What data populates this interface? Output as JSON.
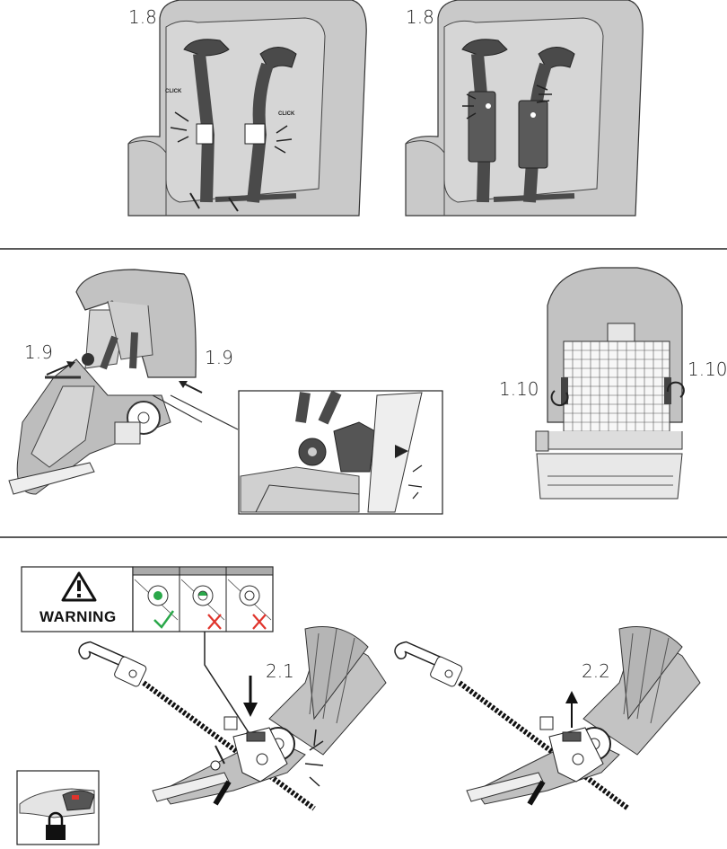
{
  "steps": {
    "s1_8a": "1.8",
    "s1_8b": "1.8",
    "s1_9a": "1.9",
    "s1_9b": "1.9",
    "s1_10a": "1.10",
    "s1_10b": "1.10",
    "s2_1": "2.1",
    "s2_2": "2.2"
  },
  "callouts": {
    "click_left": "CLICK",
    "click_right": "CLICK"
  },
  "warning": {
    "label": "WARNING",
    "indicators": [
      {
        "state": "full green dot",
        "result": "check"
      },
      {
        "state": "partial green dot",
        "result": "cross"
      },
      {
        "state": "empty dot",
        "result": "cross"
      }
    ]
  },
  "colors": {
    "seat_gray": "#c8c8c8",
    "dark_gray": "#555555",
    "line": "#222222",
    "ok_green": "#2aa84a",
    "bad_red": "#e0342c"
  },
  "icons": [
    "warning-triangle-icon",
    "lock-icon",
    "check-icon",
    "cross-icon",
    "arrow-down-icon",
    "arrow-up-icon",
    "rotate-icon"
  ]
}
